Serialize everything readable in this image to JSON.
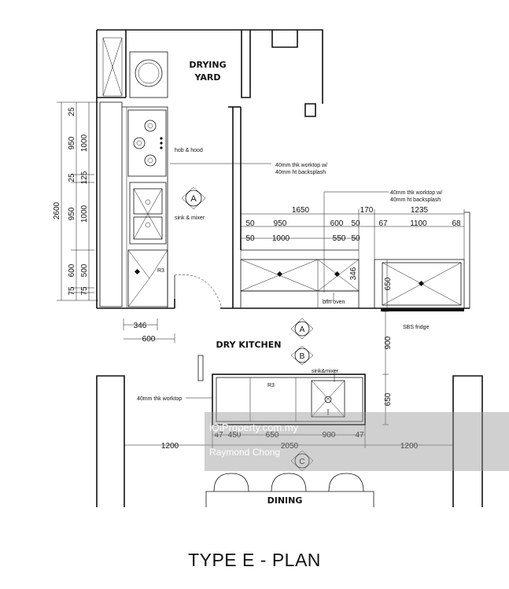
{
  "title": "TYPE E - PLAN",
  "rooms": {
    "drying_yard_1": "DRYING",
    "drying_yard_2": "YARD",
    "dry_kitchen": "DRY KITCHEN",
    "dining": "DINING"
  },
  "notes": {
    "hob_hood": "hob & hood",
    "sink_mixer_left": "sink & mixer",
    "worktop_1a": "40mm thk worktop w/",
    "worktop_1b": "40mm ht backsplash",
    "worktop_2a": "40mm thk worktop w/",
    "worktop_2b": "40mm ht backsplash",
    "bin_oven": "b/in oven",
    "sbs_fridge": "SBS fridge",
    "sink_mixer_island": "sink&mixer",
    "worktop_island": "40mm thk worktop",
    "r3_left": "R3",
    "r3_island": "R3"
  },
  "section_markers": [
    "A",
    "A",
    "B",
    "C"
  ],
  "dims_left": [
    "2600",
    "950",
    "1000",
    "950",
    "1000",
    "25",
    "125",
    "600",
    "500",
    "75",
    "75",
    "25"
  ],
  "dims_bottom_left": [
    "346",
    "600"
  ],
  "dims_top_run": [
    "1650",
    "170",
    "1235"
  ],
  "dims_row1": [
    "50",
    "950",
    "600",
    "50",
    "67",
    "1100",
    "68"
  ],
  "dims_row2": [
    "50",
    "1000",
    "550",
    "50"
  ],
  "dim_346_right": "346",
  "dim_650_a": "650",
  "dim_900": "900",
  "dim_650_b": "650",
  "dims_island": [
    "47",
    "450",
    "650",
    "900",
    "47"
  ],
  "dims_overall": [
    "1200",
    "2050",
    "1200"
  ],
  "watermark": {
    "line1": "iQiProperty.com.my",
    "line2": "Raymond Chong"
  }
}
